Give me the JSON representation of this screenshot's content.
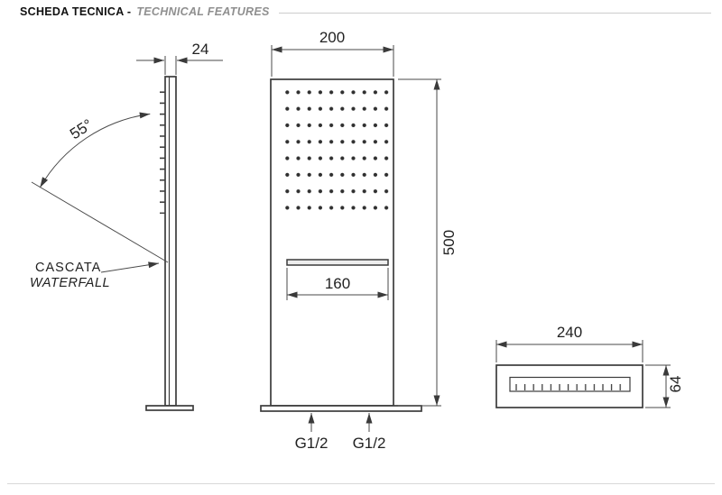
{
  "colors": {
    "line": "#3c3c3c",
    "dimension_line": "#4a4a4a",
    "text": "#222222",
    "muted_header": "#8f8f8f",
    "rule": "#cccccc"
  },
  "header": {
    "title": "SCHEDA TECNICA -",
    "subtitle": "TECHNICAL FEATURES"
  },
  "side_view": {
    "thickness_label": "24",
    "angle_label": "55°",
    "waterfall_label_it": "CASCATA",
    "waterfall_label_en": "WATERFALL"
  },
  "front_view": {
    "width_label": "200",
    "height_label": "500",
    "slot_width_label": "160",
    "inlet_left_label": "G1/2",
    "inlet_right_label": "G1/2"
  },
  "spout_view": {
    "width_label": "240",
    "height_label": "64"
  }
}
